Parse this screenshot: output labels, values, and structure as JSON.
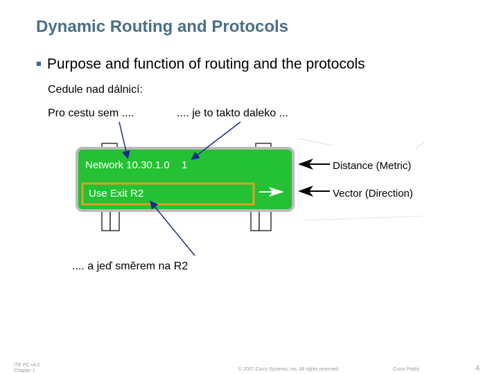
{
  "slide": {
    "title": "Dynamic Routing and Protocols",
    "bullet": "Purpose and function of routing and the protocols",
    "subheading": "Cedule nad dálnicí:",
    "callout_left": "Pro cestu sem ....",
    "callout_right": ".... je to takto daleko ...",
    "callout_bottom": ".... a jeď směrem na R2"
  },
  "sign": {
    "network_text": "Network 10.30.1.0",
    "metric_value": "1",
    "exit_text": "Use Exit R2",
    "distance_label": "Distance (Metric)",
    "vector_label": "Vector (Direction)"
  },
  "footer": {
    "course": "ITE PC v4.0",
    "chapter": "Chapter 1",
    "copyright": "© 2007 Cisco Systems, Inc. All rights reserved.",
    "classification": "Cisco Public",
    "page_number": "4"
  },
  "colors": {
    "title": "#4a6f86",
    "sign_green": "#23c133",
    "exit_box_border": "#e0a020",
    "arrow_blue": "#1a2a8a"
  }
}
